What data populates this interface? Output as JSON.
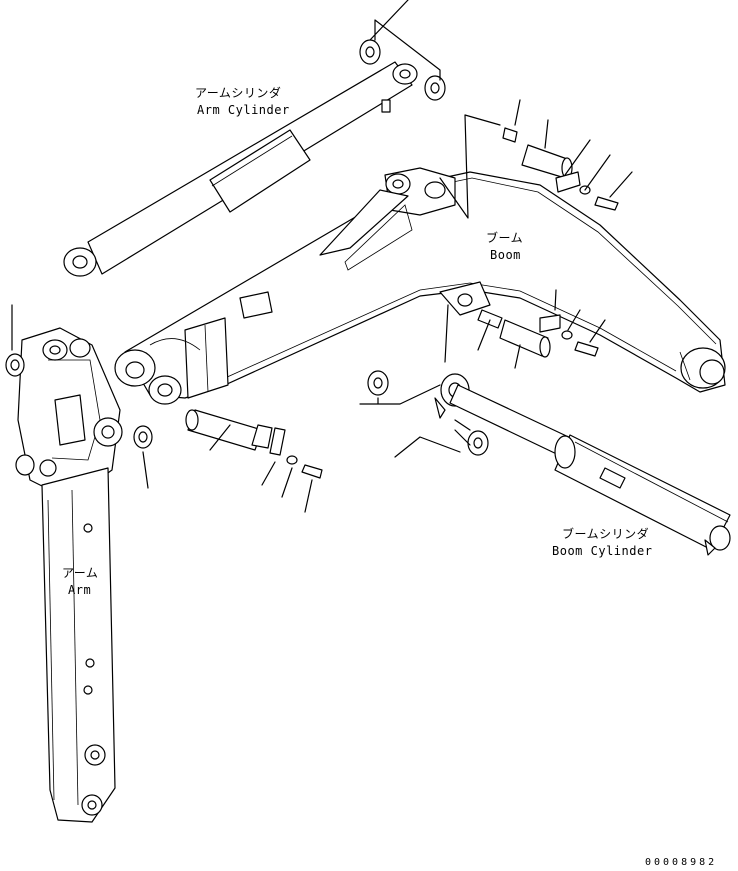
{
  "labels": {
    "arm_cylinder_jp": "アームシリンダ",
    "arm_cylinder_en": "Arm Cylinder",
    "boom_jp": "ブーム",
    "boom_en": "Boom",
    "boom_cylinder_jp": "ブームシリンダ",
    "boom_cylinder_en": "Boom Cylinder",
    "arm_jp": "アーム",
    "arm_en": "Arm"
  },
  "drawing_number": "00008982",
  "colors": {
    "line": "#000000",
    "background": "#ffffff"
  }
}
